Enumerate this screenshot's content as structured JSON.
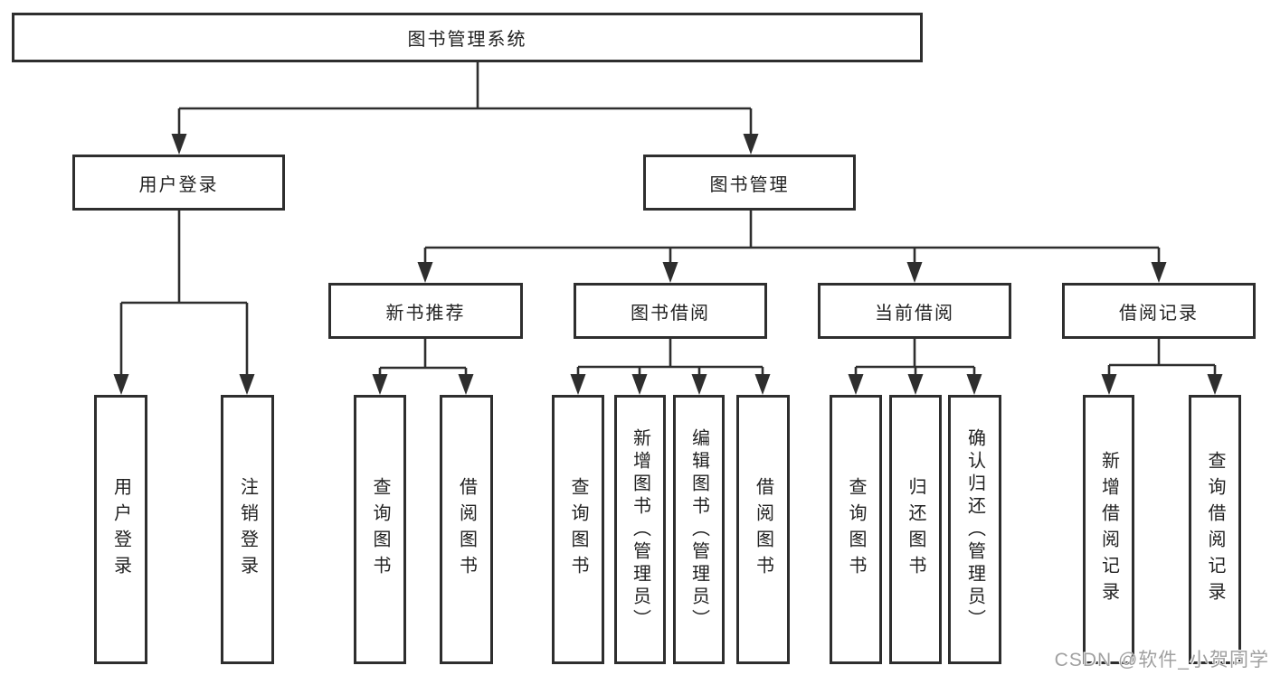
{
  "tree": {
    "root": "图书管理系统",
    "branches": [
      {
        "label": "用户登录",
        "children": [
          "用户登录",
          "注销登录"
        ]
      },
      {
        "label": "图书管理",
        "children": [
          {
            "label": "新书推荐",
            "children": [
              "查询图书",
              "借阅图书"
            ]
          },
          {
            "label": "图书借阅",
            "children": [
              "查询图书",
              "新增图书（管理员）",
              "编辑图书（管理员）",
              "借阅图书"
            ]
          },
          {
            "label": "当前借阅",
            "children": [
              "查询图书",
              "归还图书",
              "确认归还（管理员）"
            ]
          },
          {
            "label": "借阅记录",
            "children": [
              "新增借阅记录",
              "查询借阅记录"
            ]
          }
        ]
      }
    ]
  },
  "watermark": {
    "text": "CSDN @软件_小贺同学"
  },
  "colors": {
    "line": "#2e2e2e",
    "text": "#222222",
    "background": "#ffffff",
    "watermark": "#a0a0a0"
  }
}
